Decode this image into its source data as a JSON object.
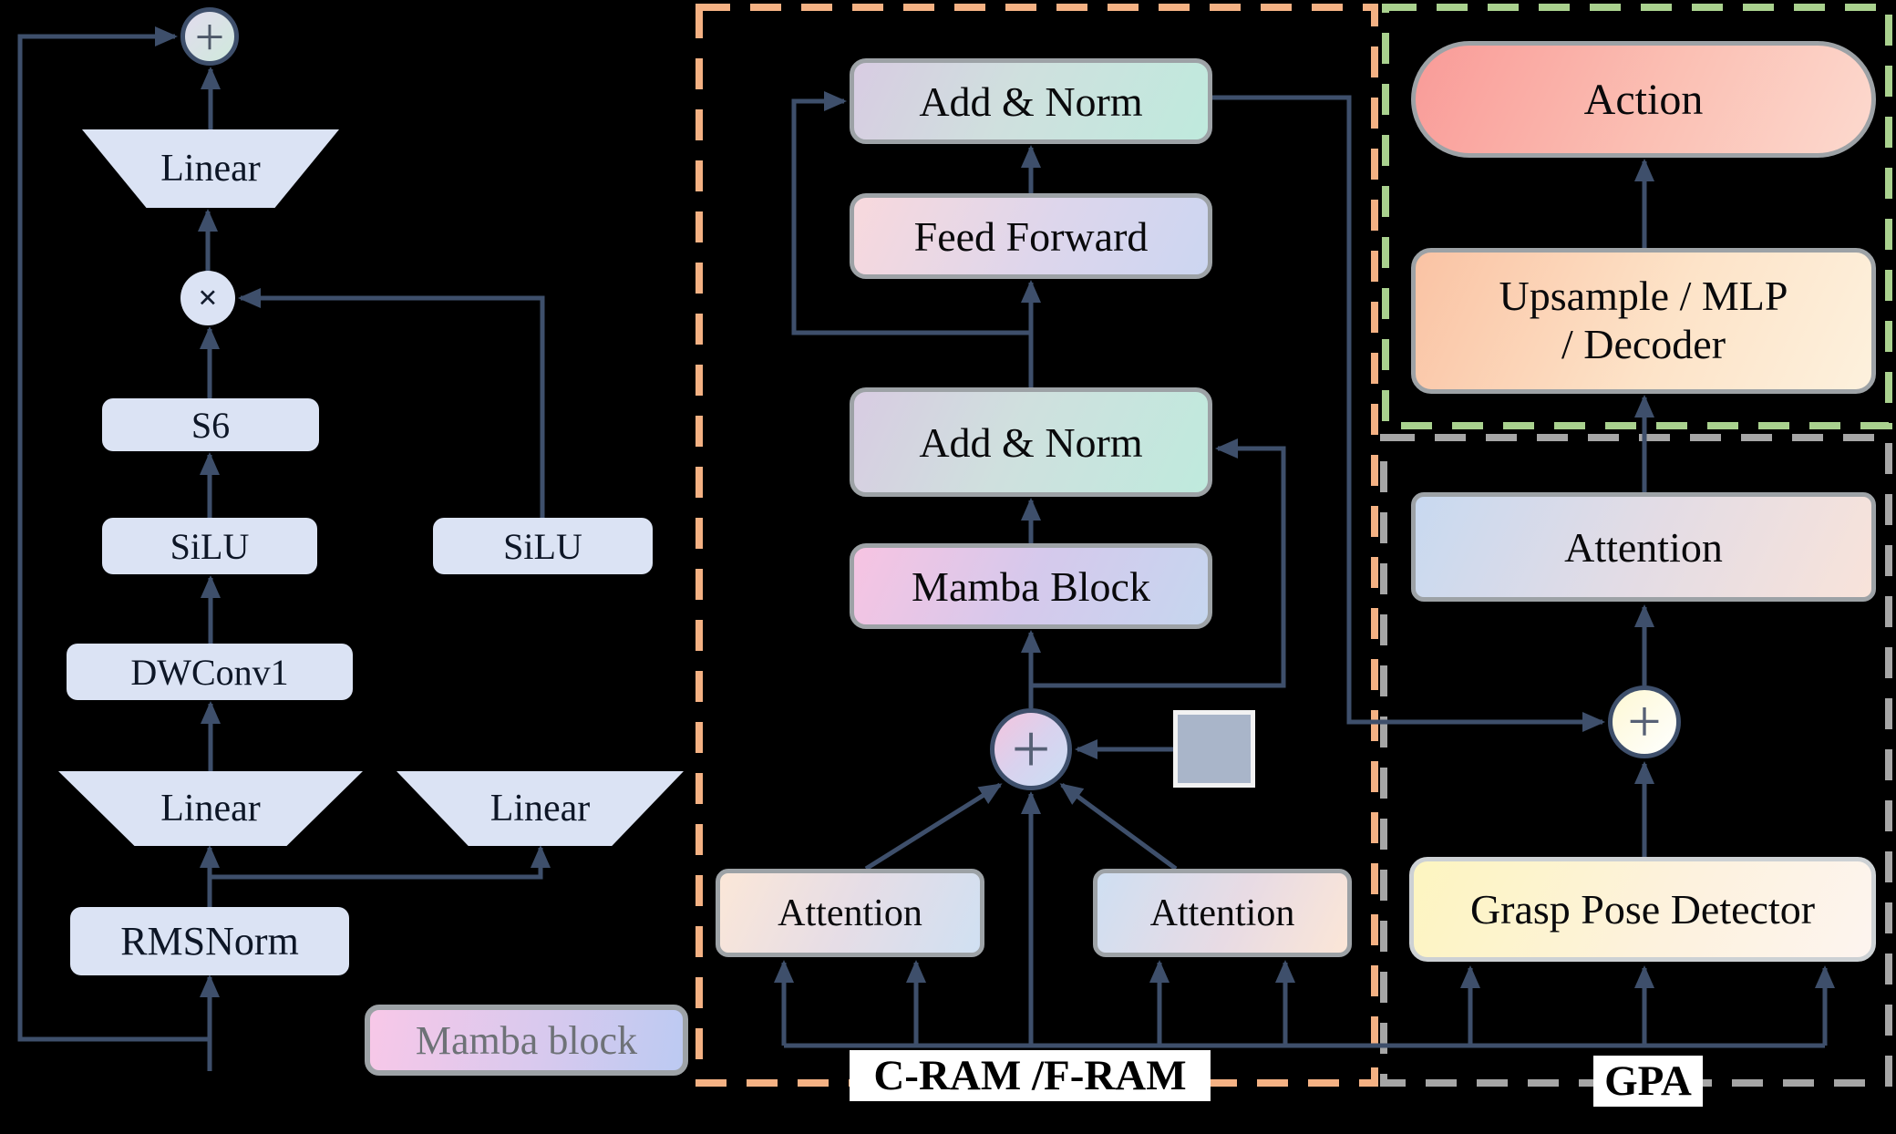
{
  "palette": {
    "background": "#000000",
    "connector": "#3e4f6b",
    "plain_node_fill": "#dbe3f4",
    "gradient_box_border": "#9da2a6",
    "cram_dashed_border": "#f4b183",
    "output_dashed_border": "#a9d18e",
    "gpa_dashed_border": "#a6a6a6",
    "feature_square_fill": "#a9b5c9",
    "feature_square_border": "#f2f2f2",
    "label_text": "#6e7277"
  },
  "left_panel": {
    "sum_symbol": "+",
    "product_symbol": "×",
    "linear_top": "Linear",
    "s6": "S6",
    "silu_left": "SiLU",
    "silu_right": "SiLU",
    "dwconv": "DWConv1",
    "linear_left": "Linear",
    "linear_right": "Linear",
    "rmsnorm": "RMSNorm",
    "caption": "Mamba block"
  },
  "cram_panel": {
    "label": "C-RAM /F-RAM",
    "add_norm_top": "Add & Norm",
    "feed_forward": "Feed Forward",
    "add_norm_mid": "Add & Norm",
    "mamba_block": "Mamba Block",
    "attention_left": "Attention",
    "attention_right": "Attention",
    "sum_symbol": "+"
  },
  "gpa_panel": {
    "label": "GPA",
    "action": "Action",
    "upsample_line1": "Upsample / MLP",
    "upsample_line2": "/ Decoder",
    "attention": "Attention",
    "grasp_detector": "Grasp Pose Detector",
    "sum_symbol": "+"
  }
}
